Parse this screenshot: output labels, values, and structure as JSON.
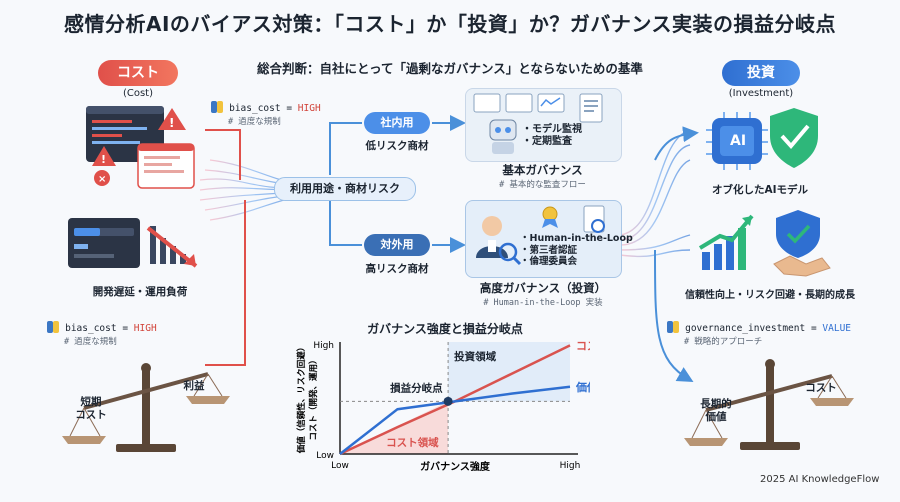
{
  "header": {
    "title": "感情分析AIのバイアス対策：「コスト」か「投資」か？ガバナンス実装の損益分岐点",
    "subtitle": "総合判断：自社にとって「過剰なガバナンス」とならないための基準"
  },
  "cost_side": {
    "label": "コスト",
    "label_en": "(Cost)",
    "code1": {
      "var": "bias_cost",
      "op": "=",
      "value": "HIGH",
      "comment": "# 過度な規制"
    },
    "caption": "開発遅延・運用負荷",
    "code2": {
      "var": "bias_cost",
      "op": "=",
      "value": "HIGH",
      "comment": "# 過度な規制"
    },
    "scale_left": "短期\nコスト",
    "scale_right": "利益"
  },
  "hub": {
    "label": "利用用途・商材リスク"
  },
  "branches": {
    "internal": {
      "chip": "社内用",
      "risk": "低リスク商材"
    },
    "external": {
      "chip": "対外用",
      "risk": "高リスク商材"
    }
  },
  "basic_gov": {
    "bullets": [
      "・モデル監視",
      "・定期監査"
    ],
    "title": "基本ガバナンス",
    "comment": "# 基本的な監査フロー"
  },
  "advanced_gov": {
    "bullets": [
      "・Human-in-the-Loop",
      "・第三者認証",
      "・倫理委員会"
    ],
    "title": "高度ガバナンス（投資）",
    "comment": "# Human-in-the-Loop 実装"
  },
  "investment_side": {
    "label": "投資",
    "label_en": "(Investment)",
    "ai_badge": "AI",
    "caption1": "オブ化したAIモデル",
    "caption2": "信頼性向上・リスク回避・長期的成長",
    "code": {
      "var": "governance_investment",
      "op": "=",
      "value": "VALUE",
      "comment": "# 戦略的アプローチ"
    },
    "scale_left": "長期的\n価値",
    "scale_right": "コスト"
  },
  "chart_data": {
    "type": "line",
    "title": "ガバナンス強度と損益分岐点",
    "xlabel": "ガバナンス強度",
    "ylabel": "価値（信頼性、リスク回避）\nコスト（開発、運用）",
    "x_ticks": [
      "Low",
      "High"
    ],
    "y_ticks": [
      "Low",
      "High"
    ],
    "x": [
      0,
      0.25,
      0.5,
      0.75,
      1.0
    ],
    "xlim": [
      0,
      1
    ],
    "ylim": [
      0,
      1
    ],
    "series": [
      {
        "name": "コスト",
        "values": [
          0.0,
          0.24,
          0.47,
          0.72,
          0.97
        ],
        "color": "#d9534f"
      },
      {
        "name": "価値",
        "values": [
          0.0,
          0.4,
          0.47,
          0.54,
          0.6
        ],
        "color": "#2f6fd1"
      }
    ],
    "break_even": {
      "label": "損益分岐点",
      "x": 0.47,
      "y": 0.47
    },
    "regions": [
      {
        "label": "投資領域"
      },
      {
        "label": "コスト領域"
      }
    ]
  },
  "footer": {
    "credit": "2025 AI KnowledgeFlow"
  },
  "colors": {
    "cost": "#e0504a",
    "investment": "#2f6fd1",
    "flow": "#9cc1e8"
  }
}
